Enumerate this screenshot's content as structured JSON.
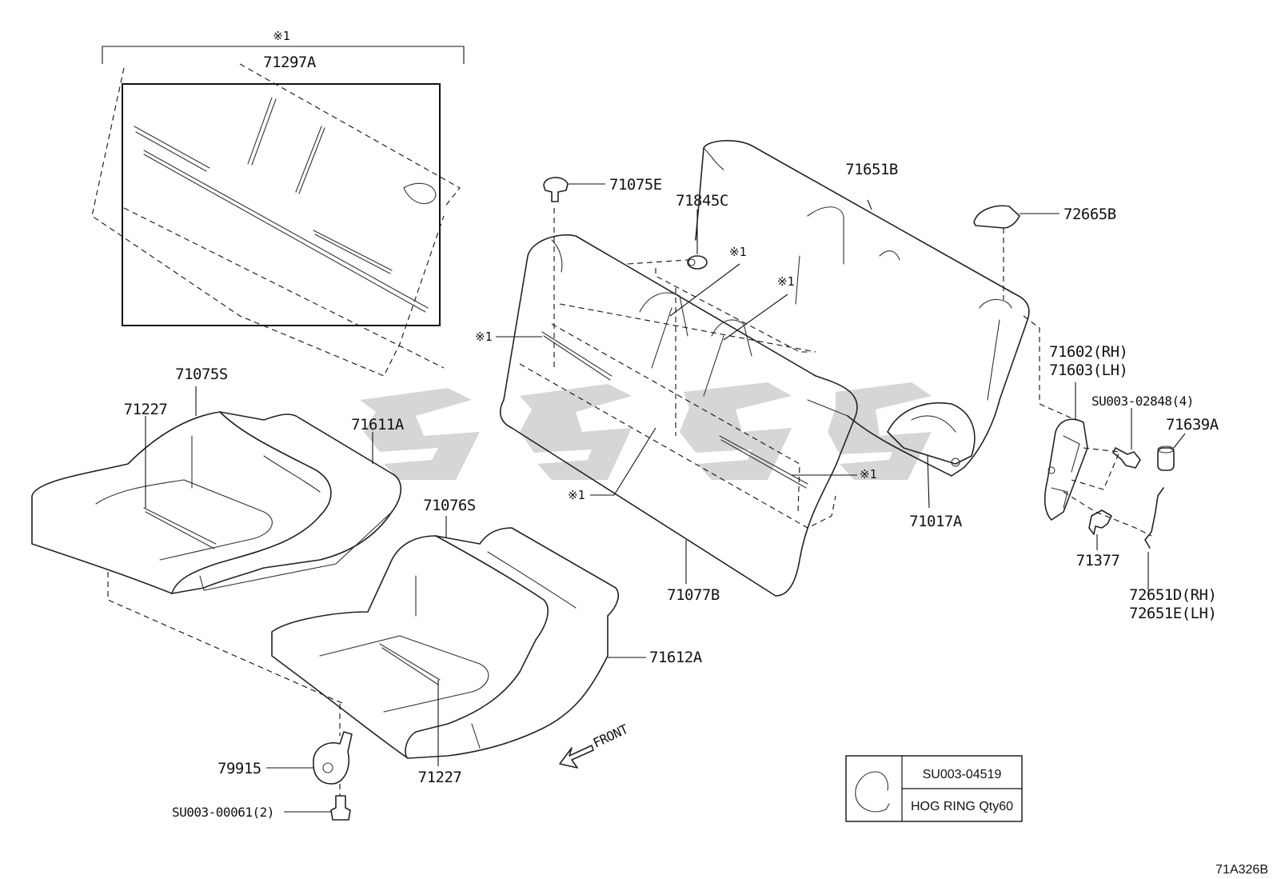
{
  "diagram_id": "71A326B",
  "labels": {
    "kit_ref_top": "※1",
    "p_71297A": "71297A",
    "p_71075S": "71075S",
    "p_71227_upper": "71227",
    "p_71611A": "71611A",
    "p_71076S": "71076S",
    "p_71612A": "71612A",
    "p_71227_lower": "71227",
    "p_79915": "79915",
    "p_SU003_00061": "SU003-00061(2)",
    "p_71075E": "71075E",
    "p_71845C": "71845C",
    "p_71651B": "71651B",
    "p_72665B": "72665B",
    "p_71602": "71602(RH)",
    "p_71603": "71603(LH)",
    "p_SU003_02848": "SU003-02848(4)",
    "p_71639A": "71639A",
    "p_71017A": "71017A",
    "p_71377": "71377",
    "p_72651D": "72651D(RH)",
    "p_72651E": "72651E(LH)",
    "p_71077B": "71077B",
    "ref_a": "※1",
    "ref_b": "※1",
    "ref_c": "※1",
    "ref_d": "※1",
    "ref_e": "※1",
    "front": "FRONT"
  },
  "hog_ring_box": {
    "part_no": "SU003-04519",
    "description": "HOG RING Qty60"
  }
}
